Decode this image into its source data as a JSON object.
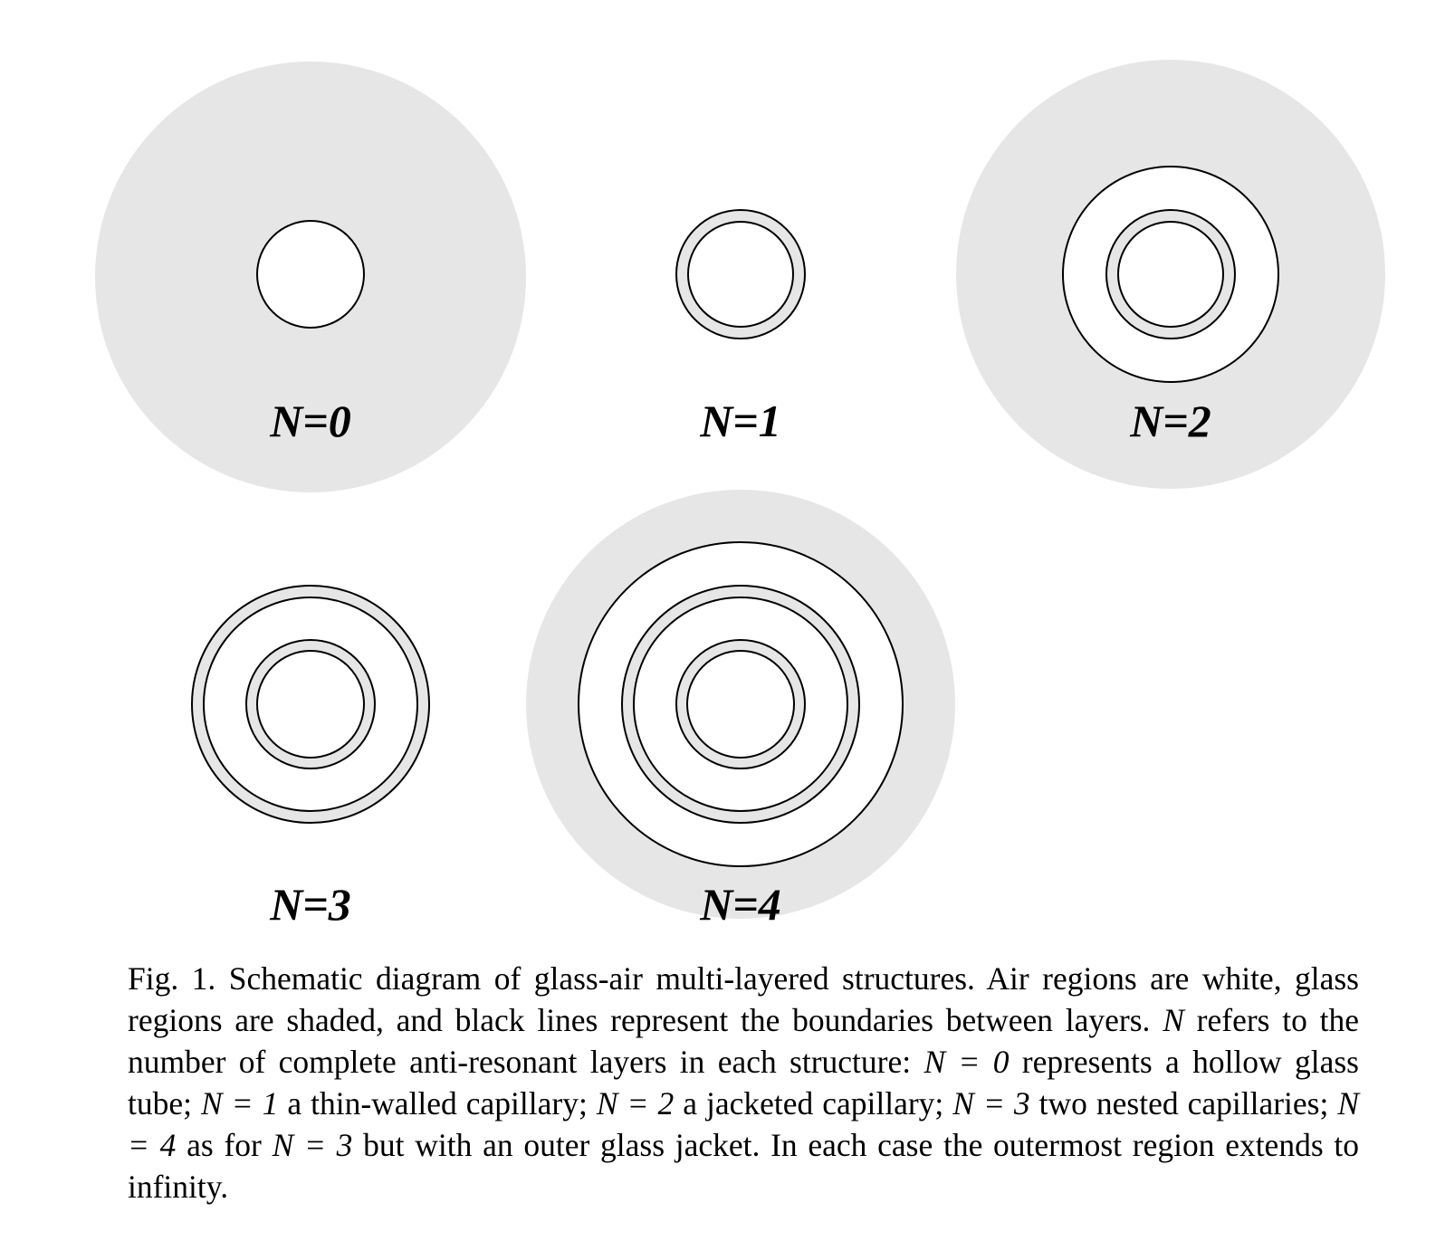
{
  "figure": {
    "panels": [
      {
        "label": "N=0"
      },
      {
        "label": "N=1"
      },
      {
        "label": "N=2"
      },
      {
        "label": "N=3"
      },
      {
        "label": "N=4"
      }
    ],
    "colors": {
      "glass": "#e6e6e6",
      "air": "#ffffff",
      "boundary": "#000000"
    }
  },
  "caption": {
    "lead": "Fig. 1. Schematic diagram of glass-air multi-layered structures. Air regions are white, glass regions are shaded, and black lines represent the boundaries between layers.",
    "n_symbol_1": "N",
    "text_1": " refers to the number of complete anti-resonant layers in each structure: ",
    "eq_1": "N = 0",
    "text_2": " represents a hollow glass tube; ",
    "eq_2": "N = 1",
    "text_3": " a thin-walled capillary; ",
    "eq_3": "N = 2",
    "text_4": " a jacketed capillary; ",
    "eq_4": "N = 3",
    "text_5": " two nested capillaries; ",
    "eq_5": "N = 4",
    "text_6": " as for ",
    "eq_6": "N = 3",
    "text_7": " but with an outer glass jacket. In each case the outermost region extends to infinity."
  }
}
